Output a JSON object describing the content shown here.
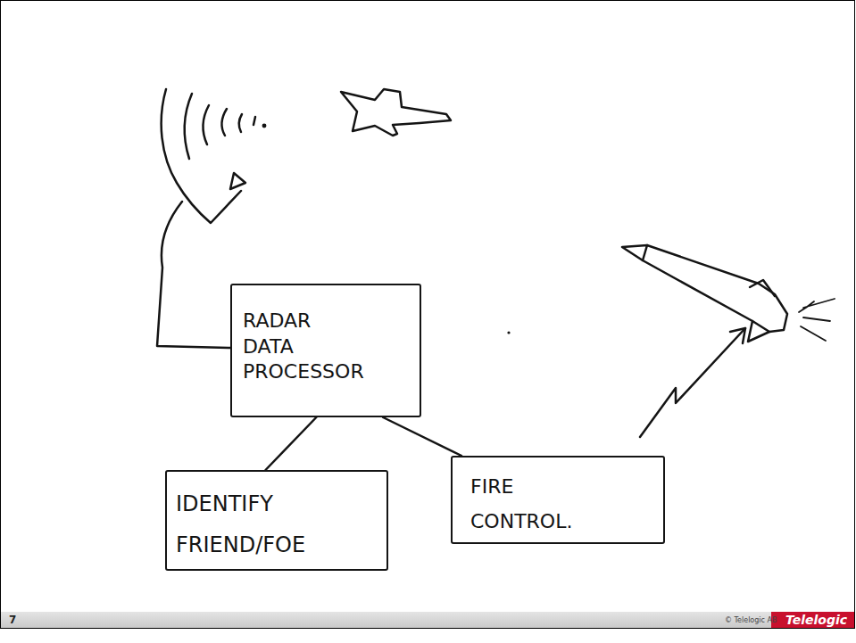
{
  "diagram": {
    "nodes": [
      {
        "text": [
          "RADAR DATA PROCESSOR"
        ]
      },
      {
        "text": [
          "IDENTIFY FRIEND/FOE"
        ]
      },
      {
        "text": [
          "FIRE CONTROL."
        ]
      }
    ],
    "edges": [
      {
        "from": 0,
        "to": 1,
        "arrow": "none"
      },
      {
        "from": 0,
        "to": 2,
        "arrow": "none"
      }
    ],
    "labels": [
      "7",
      "© Telelogic AB",
      "Telelogic"
    ]
  }
}
